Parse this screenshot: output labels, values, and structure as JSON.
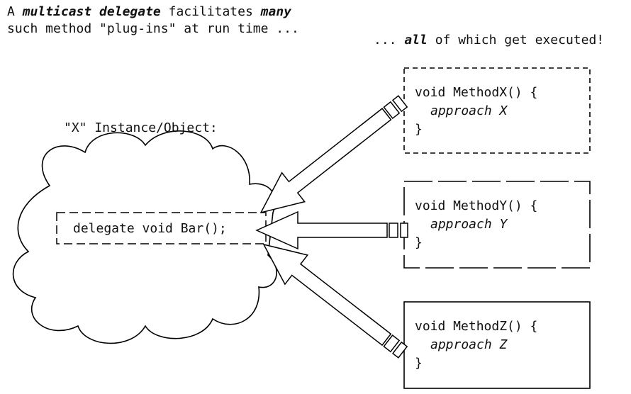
{
  "caption_left": {
    "prefix": "A ",
    "term1": "multicast delegate",
    "mid": " facilitates ",
    "term2": "many",
    "line2": "such method \"plug-ins\" at run time ..."
  },
  "caption_right": {
    "prefix": "... ",
    "term": "all",
    "suffix": " of which get executed!"
  },
  "cloud": {
    "label": "\"X\" Instance/Object:",
    "delegate": "delegate void Bar();"
  },
  "methods": [
    {
      "signature": "void MethodX() {",
      "body": "approach X",
      "close": "}",
      "border": "short-dash"
    },
    {
      "signature": "void MethodY() {",
      "body": "approach Y",
      "close": "}",
      "border": "long-dash"
    },
    {
      "signature": "void MethodZ() {",
      "body": "approach Z",
      "close": "}",
      "border": "solid"
    }
  ]
}
